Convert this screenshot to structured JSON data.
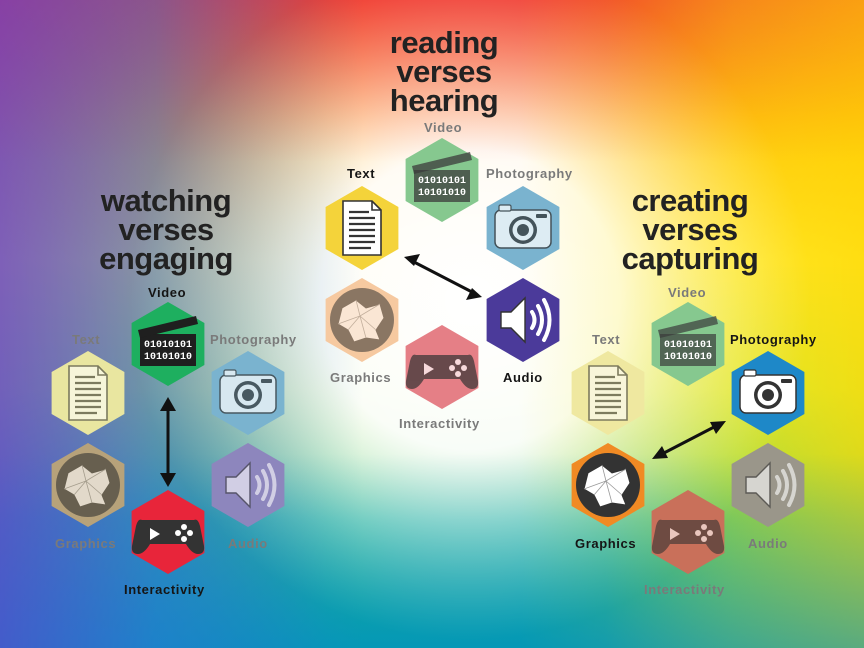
{
  "groups": [
    {
      "id": "reading-hearing",
      "title_lines": [
        "reading",
        "verses",
        "hearing"
      ],
      "labels": {
        "video": "Video",
        "photography": "Photography",
        "text": "Text",
        "audio": "Audio",
        "graphics": "Graphics",
        "interactivity": "Interactivity"
      },
      "highlighted": [
        "text",
        "audio"
      ]
    },
    {
      "id": "watching-engaging",
      "title_lines": [
        "watching",
        "verses",
        "engaging"
      ],
      "labels": {
        "video": "Video",
        "photography": "Photography",
        "text": "Text",
        "audio": "Audio",
        "graphics": "Graphics",
        "interactivity": "Interactivity"
      },
      "highlighted": [
        "video",
        "interactivity"
      ]
    },
    {
      "id": "creating-capturing",
      "title_lines": [
        "creating",
        "verses",
        "capturing"
      ],
      "labels": {
        "video": "Video",
        "photography": "Photography",
        "text": "Text",
        "audio": "Audio",
        "graphics": "Graphics",
        "interactivity": "Interactivity"
      },
      "highlighted": [
        "photography",
        "graphics"
      ]
    }
  ],
  "binary_code": [
    "01010101",
    "10101010"
  ],
  "colors": {
    "video": "#1eaf5f",
    "photography": "#1e88c8",
    "text": "#f4d33a",
    "audio": "#4b3a9a",
    "graphics": "#f08a24",
    "interactivity": "#e8253a",
    "faded_video": "#86c88f",
    "faded_photography": "#7ab3cf",
    "faded_text": "#e9e6a0",
    "faded_audio": "#8d86bd",
    "faded_graphics": "#b7a27a",
    "faded_interactivity": "#e57f86",
    "title": "#222222",
    "arrow": "#111111"
  }
}
